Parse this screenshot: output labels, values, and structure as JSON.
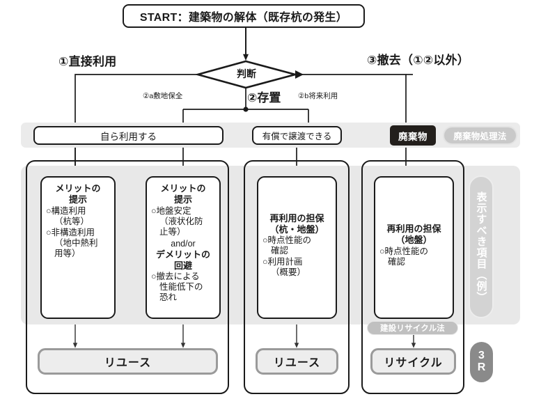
{
  "start": {
    "label": "START：建築物の解体（既存杭の発生）"
  },
  "decision": {
    "label": "判断"
  },
  "branches": {
    "b1": "①直接利用",
    "b3": "③撤去（①②以外）",
    "b2": "②存置",
    "b2a": "②a敷地保全",
    "b2b": "②b将来利用"
  },
  "middle_row": {
    "own_use": "自ら利用する",
    "sell": "有償で譲渡できる",
    "waste": "廃棄物",
    "waste_law_pill": "廃棄物処理法"
  },
  "columns": [
    {
      "id": "merit-structural",
      "title": "メリットの\n提示",
      "title_lines": [
        "メリットの",
        "提示"
      ],
      "items": [
        {
          "text": "○構造利用",
          "indent": "（杭等）"
        },
        {
          "text": "○非構造利用",
          "indent": "（地中熱利",
          "indent2": "用等）"
        }
      ],
      "result": "リユース"
    },
    {
      "id": "merit-ground",
      "title_lines": [
        "メリットの",
        "提示"
      ],
      "items": [
        {
          "text": "○地盤安定",
          "indent": "（液状化防",
          "indent2": "止等）"
        }
      ],
      "connector": "and/or",
      "title2_lines": [
        "デメリットの",
        "回避"
      ],
      "items2": [
        {
          "text": "○撤去による",
          "indent": "性能低下の",
          "indent2": "恐れ"
        }
      ],
      "result": "リユース"
    },
    {
      "id": "reuse-guarantee-pile-ground",
      "title_lines": [
        "再利用の担保",
        "（杭・地盤）"
      ],
      "items": [
        {
          "text": "○時点性能の",
          "indent": "確認"
        },
        {
          "text": "○利用計画",
          "indent": "（概要）"
        }
      ],
      "result": "リユース"
    },
    {
      "id": "reuse-guarantee-ground",
      "title_lines": [
        "再利用の担保",
        "（地盤）"
      ],
      "items": [
        {
          "text": "○時点性能の",
          "indent": "確認"
        }
      ],
      "law_pill": "建設リサイクル法",
      "result": "リサイクル"
    }
  ],
  "side_labels": {
    "display_items": "表示すべき項目（例）",
    "three_r_line1": "3",
    "three_r_line2": "R"
  },
  "colors": {
    "ink": "#1a1a1a",
    "waste_box": "#231f1c",
    "gray_pill": "#c9c9c9",
    "band": "#e8e8e8",
    "result_border": "#9a9a9a"
  }
}
